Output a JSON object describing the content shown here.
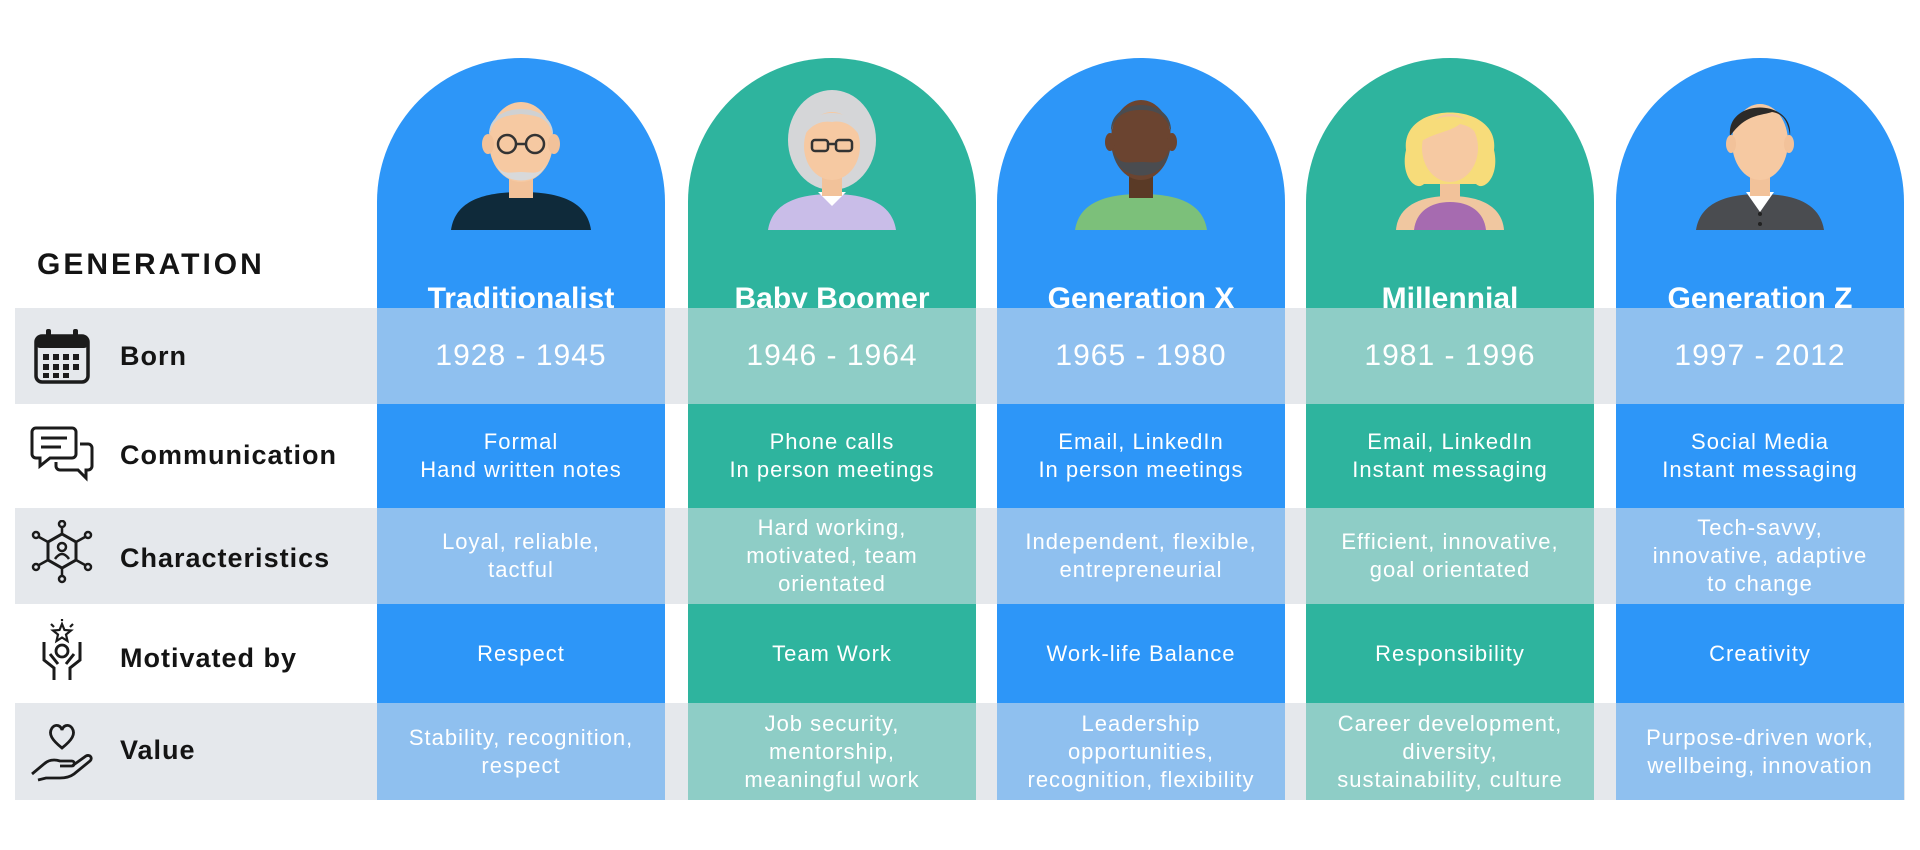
{
  "header_label": "GENERATION",
  "rows": [
    {
      "label": "Born",
      "icon": "calendar-icon"
    },
    {
      "label": "Communication",
      "icon": "chat-bubbles-icon"
    },
    {
      "label": "Characteristics",
      "icon": "network-person-icon"
    },
    {
      "label": "Motivated by",
      "icon": "raised-hands-star-icon"
    },
    {
      "label": "Value",
      "icon": "heart-in-hand-icon"
    }
  ],
  "colors": {
    "blue": "#2d96f8",
    "teal": "#2eb49e",
    "blue_light": "#8fc0ef",
    "teal_light": "#8ecdc6",
    "band": "#e5e8ec"
  },
  "generations": [
    {
      "name": "Traditionalist",
      "born": "1928 - 1945",
      "communication": "Formal\nHand written notes",
      "characteristics": "Loyal, reliable,\ntactful",
      "motivated_by": "Respect",
      "value": "Stability, recognition,\nrespect",
      "avatar": "elderly-man-glasses-avatar"
    },
    {
      "name": "Baby Boomer",
      "born": "1946 - 1964",
      "communication": "Phone calls\nIn person meetings",
      "characteristics": "Hard working,\nmotivated, team\norientated",
      "motivated_by": "Team Work",
      "value": "Job security,\nmentorship,\nmeaningful work",
      "avatar": "elderly-woman-glasses-avatar"
    },
    {
      "name": "Generation X",
      "born": "1965 - 1980",
      "communication": "Email, LinkedIn\nIn person meetings",
      "characteristics": "Independent, flexible,\nentrepreneurial",
      "motivated_by": "Work-life Balance",
      "value": "Leadership\nopportunities,\nrecognition, flexibility",
      "avatar": "bearded-man-avatar"
    },
    {
      "name": "Millennial",
      "born": "1981 - 1996",
      "communication": "Email, LinkedIn\nInstant messaging",
      "characteristics": "Efficient, innovative,\ngoal orientated",
      "motivated_by": "Responsibility",
      "value": "Career development,\ndiversity,\nsustainability, culture",
      "avatar": "blonde-woman-avatar"
    },
    {
      "name": "Generation Z",
      "born": "1997 - 2012",
      "communication": "Social Media\nInstant messaging",
      "characteristics": "Tech-savvy,\ninnovative, adaptive\nto change",
      "motivated_by": "Creativity",
      "value": "Purpose-driven work,\nwellbeing, innovation",
      "avatar": "young-man-suit-avatar"
    }
  ]
}
